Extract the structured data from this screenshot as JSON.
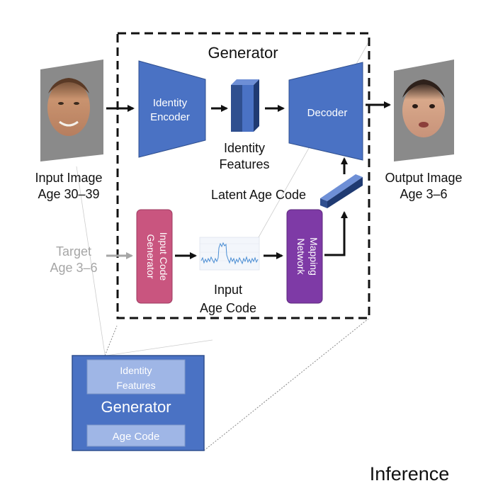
{
  "generator_title": "Generator",
  "input": {
    "label_line1": "Input Image",
    "label_line2": "Age 30–39",
    "thumbnail": "adult-face-photo"
  },
  "output": {
    "label_line1": "Output Image",
    "label_line2": "Age 3–6",
    "thumbnail": "child-face-photo"
  },
  "target": {
    "label_line1": "Target",
    "label_line2": "Age 3–6"
  },
  "identity_encoder": {
    "line1": "Identity",
    "line2": "Encoder"
  },
  "identity_features": {
    "line1": "Identity",
    "line2": "Features"
  },
  "decoder": {
    "label": "Decoder"
  },
  "latent_age_code": {
    "label": "Latent Age Code"
  },
  "input_code_generator": {
    "line1": "Input Code",
    "line2": "Generator"
  },
  "input_age_code": {
    "line1": "Input",
    "line2": "Age Code"
  },
  "mapping_network": {
    "line1": "Mapping",
    "line2": "Network"
  },
  "summary_box": {
    "identity_line1": "Identity",
    "identity_line2": "Features",
    "title": "Generator",
    "age_code": "Age Code"
  },
  "caption": "Inference",
  "colors": {
    "blue_block": "#4a72c4",
    "blue_dark": "#2f4f8f",
    "pink_block": "#c9557f",
    "purple_block": "#7e3aa6",
    "target_gray": "#a6a6a6",
    "summary_inner": "#9fb6e6"
  }
}
